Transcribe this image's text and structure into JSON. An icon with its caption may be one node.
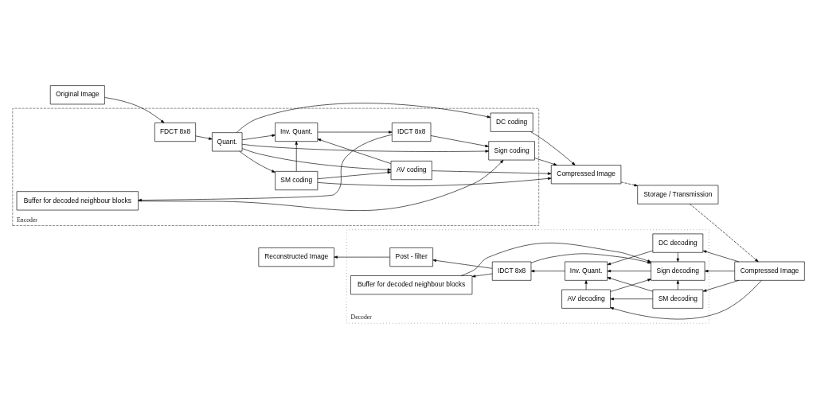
{
  "diagram": {
    "nodes": [
      {
        "text": [
          "Original Image"
        ]
      },
      {
        "text": [
          "Encoder"
        ]
      },
      {
        "text": [
          "FDCT 8x8"
        ],
        "in": 1
      },
      {
        "text": [
          "Quant."
        ],
        "in": 1
      },
      {
        "text": [
          "DC coding"
        ],
        "in": 1
      },
      {
        "text": [
          "SM coding"
        ],
        "in": 1
      },
      {
        "text": [
          "Inv. Quant."
        ],
        "in": 1
      },
      {
        "text": [
          "AV coding"
        ],
        "in": 1
      },
      {
        "text": [
          "Buffer for decoded neighbour blocks"
        ],
        "in": 1
      },
      {
        "text": [
          "IDCT 8x8"
        ],
        "in": 1
      },
      {
        "text": [
          "Sign coding"
        ],
        "in": 1
      },
      {
        "text": [
          "Compressed Image"
        ]
      },
      {
        "text": [
          "Storage / Transmission"
        ]
      },
      {
        "text": [
          "Decoder"
        ]
      },
      {
        "text": [
          "Reconstructed Image"
        ]
      },
      {
        "text": [
          "Post - filter"
        ],
        "in": 13
      },
      {
        "text": [
          "IDCT 8x8"
        ],
        "in": 13
      },
      {
        "text": [
          "Inv. Quant."
        ],
        "in": 13
      },
      {
        "text": [
          "DC decoding"
        ],
        "in": 13
      },
      {
        "text": [
          "SM decoding"
        ],
        "in": 13
      },
      {
        "text": [
          "Buffer for decoded neighbour blocks"
        ],
        "in": 13
      },
      {
        "text": [
          "AV decoding"
        ],
        "in": 13
      },
      {
        "text": [
          "Sign decoding"
        ],
        "in": 13
      },
      {
        "text": [
          "Compressed Image"
        ]
      }
    ],
    "edges": [
      {
        "from": 0,
        "to": 2,
        "arrow": "to"
      },
      {
        "from": 2,
        "to": 3,
        "arrow": "to"
      },
      {
        "from": 3,
        "to": 4,
        "arrow": "to"
      },
      {
        "from": 3,
        "to": 5,
        "arrow": "to"
      },
      {
        "from": 3,
        "to": 7,
        "arrow": "to"
      },
      {
        "from": 3,
        "to": 10,
        "arrow": "to"
      },
      {
        "from": 3,
        "to": 6,
        "arrow": "to"
      },
      {
        "from": 5,
        "to": 7,
        "arrow": "to"
      },
      {
        "from": 5,
        "to": 6,
        "arrow": "to"
      },
      {
        "from": 7,
        "to": 6,
        "arrow": "to"
      },
      {
        "from": 6,
        "to": 9,
        "arrow": "to"
      },
      {
        "from": 9,
        "to": 8,
        "arrow": "to"
      },
      {
        "from": 9,
        "to": 10,
        "arrow": "to"
      },
      {
        "from": 8,
        "to": 10,
        "arrow": "to"
      },
      {
        "from": 4,
        "to": 11,
        "arrow": "to"
      },
      {
        "from": 5,
        "to": 11,
        "arrow": "to"
      },
      {
        "from": 7,
        "to": 11,
        "arrow": "to"
      },
      {
        "from": 10,
        "to": 11,
        "arrow": "to"
      },
      {
        "from": 11,
        "to": 12,
        "arrow": "to",
        "style": "dashed"
      },
      {
        "from": 12,
        "to": 23,
        "arrow": "to",
        "style": "dashed"
      },
      {
        "from": 23,
        "to": 18,
        "arrow": "to"
      },
      {
        "from": 23,
        "to": 19,
        "arrow": "to"
      },
      {
        "from": 23,
        "to": 21,
        "arrow": "to"
      },
      {
        "from": 23,
        "to": 22,
        "arrow": "to"
      },
      {
        "from": 18,
        "to": 17,
        "arrow": "to"
      },
      {
        "from": 18,
        "to": 22,
        "arrow": "to"
      },
      {
        "from": 19,
        "to": 17,
        "arrow": "to"
      },
      {
        "from": 19,
        "to": 21,
        "arrow": "to"
      },
      {
        "from": 19,
        "to": 22,
        "arrow": "to"
      },
      {
        "from": 21,
        "to": 22,
        "arrow": "to"
      },
      {
        "from": 21,
        "to": 17,
        "arrow": "to"
      },
      {
        "from": 22,
        "to": 17,
        "arrow": "to"
      },
      {
        "from": 17,
        "to": 16,
        "arrow": "to"
      },
      {
        "from": 16,
        "to": 15,
        "arrow": "to"
      },
      {
        "from": 16,
        "to": 20,
        "arrow": "to"
      },
      {
        "from": 16,
        "to": 22,
        "arrow": "to"
      },
      {
        "from": 20,
        "to": 22,
        "arrow": "to"
      },
      {
        "from": 15,
        "to": 14,
        "arrow": "to"
      }
    ]
  }
}
